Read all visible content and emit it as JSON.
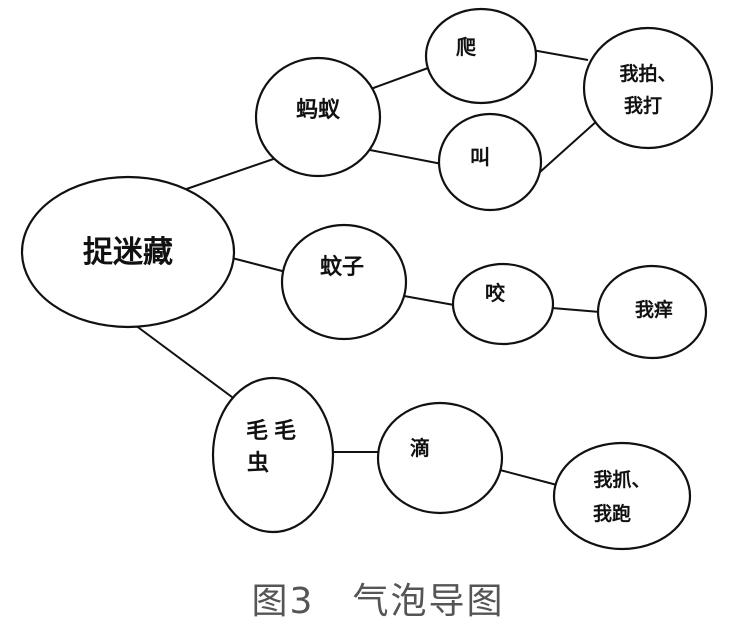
{
  "nodes": {
    "root": "捉迷藏",
    "ant": "蚂蚁",
    "crawl": "爬",
    "call": "叫",
    "slap": [
      "我拍、",
      "我打"
    ],
    "mosquito": "蚊子",
    "bite": "咬",
    "itch": "我痒",
    "caterpillar": [
      "毛毛",
      "虫"
    ],
    "drip": "滴",
    "grab": [
      "我抓、",
      "我跑"
    ]
  },
  "caption": "图3　气泡导图"
}
